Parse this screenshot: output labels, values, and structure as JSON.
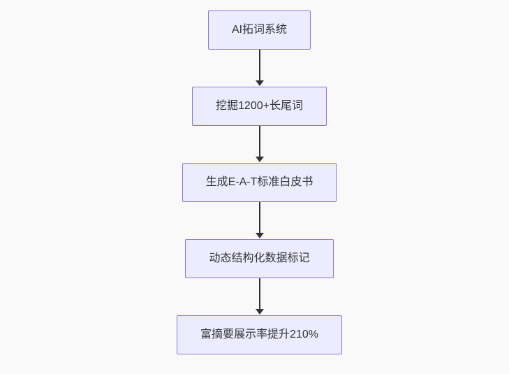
{
  "diagram": {
    "type": "flowchart",
    "direction": "top-down",
    "nodes": [
      {
        "id": "node-1",
        "label": "AI拓词系统"
      },
      {
        "id": "node-2",
        "label": "挖掘1200+长尾词"
      },
      {
        "id": "node-3",
        "label": "生成E-A-T标准白皮书"
      },
      {
        "id": "node-4",
        "label": "动态结构化数据标记"
      },
      {
        "id": "node-5",
        "label": "富摘要展示率提升210%"
      }
    ],
    "edges": [
      {
        "from": "node-1",
        "to": "node-2",
        "style": "arrow"
      },
      {
        "from": "node-2",
        "to": "node-3",
        "style": "arrow"
      },
      {
        "from": "node-3",
        "to": "node-4",
        "style": "arrow"
      },
      {
        "from": "node-4",
        "to": "node-5",
        "style": "arrow"
      }
    ],
    "colors": {
      "node_fill": "#ECECFF",
      "node_border": "#9370DB",
      "arrow": "#333333",
      "text": "#333333",
      "background": "#f9f9f9"
    }
  }
}
